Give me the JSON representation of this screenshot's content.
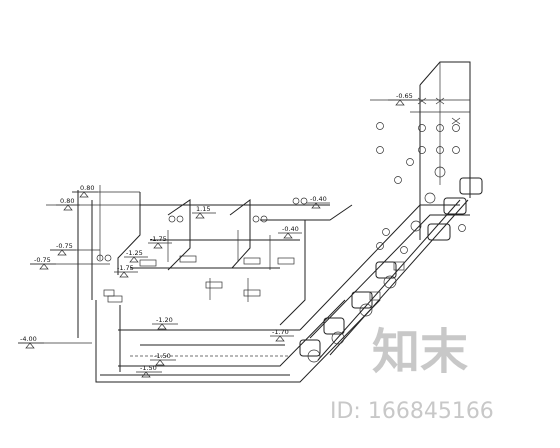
{
  "levels": {
    "l080a": "0.80",
    "l080b": "0.80",
    "l065": "-0.65",
    "l115": "1.15",
    "l040a": "-0.40",
    "l040b": "-0.40",
    "l175a": "-1.75",
    "l175b": "-1.75",
    "l125": "-1.25",
    "l075a": "-0.75",
    "l075b": "-0.75",
    "l400": "-4.00",
    "l120": "-1.20",
    "l170": "-1.70",
    "l150a": "-1.50",
    "l150b": "-1.50"
  },
  "watermark": {
    "logo_text": "知末",
    "id_text": "ID: 166845166"
  },
  "colors": {
    "line": "#222222",
    "watermark": "#c8c8c8"
  }
}
